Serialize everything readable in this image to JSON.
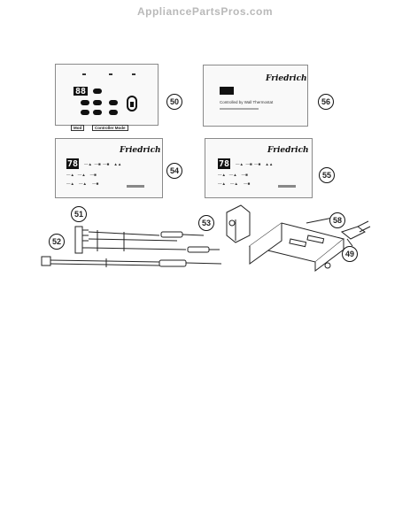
{
  "watermark": "AppliancePartsPros.com",
  "callouts": {
    "c50": "50",
    "c51": "51",
    "c52": "52",
    "c53": "53",
    "c54": "54",
    "c55": "55",
    "c56": "56",
    "c58": "58",
    "c49": "49"
  },
  "panel50": {
    "lcd": "88",
    "tag_left": "Mod",
    "tag_right": "Controller Mode"
  },
  "panel56": {
    "brand": "Friedrich",
    "line1": "Controlled by Wall Thermostat"
  },
  "panel54": {
    "brand": "Friedrich",
    "lcd": "78"
  },
  "panel55": {
    "brand": "Friedrich",
    "lcd": "78"
  }
}
